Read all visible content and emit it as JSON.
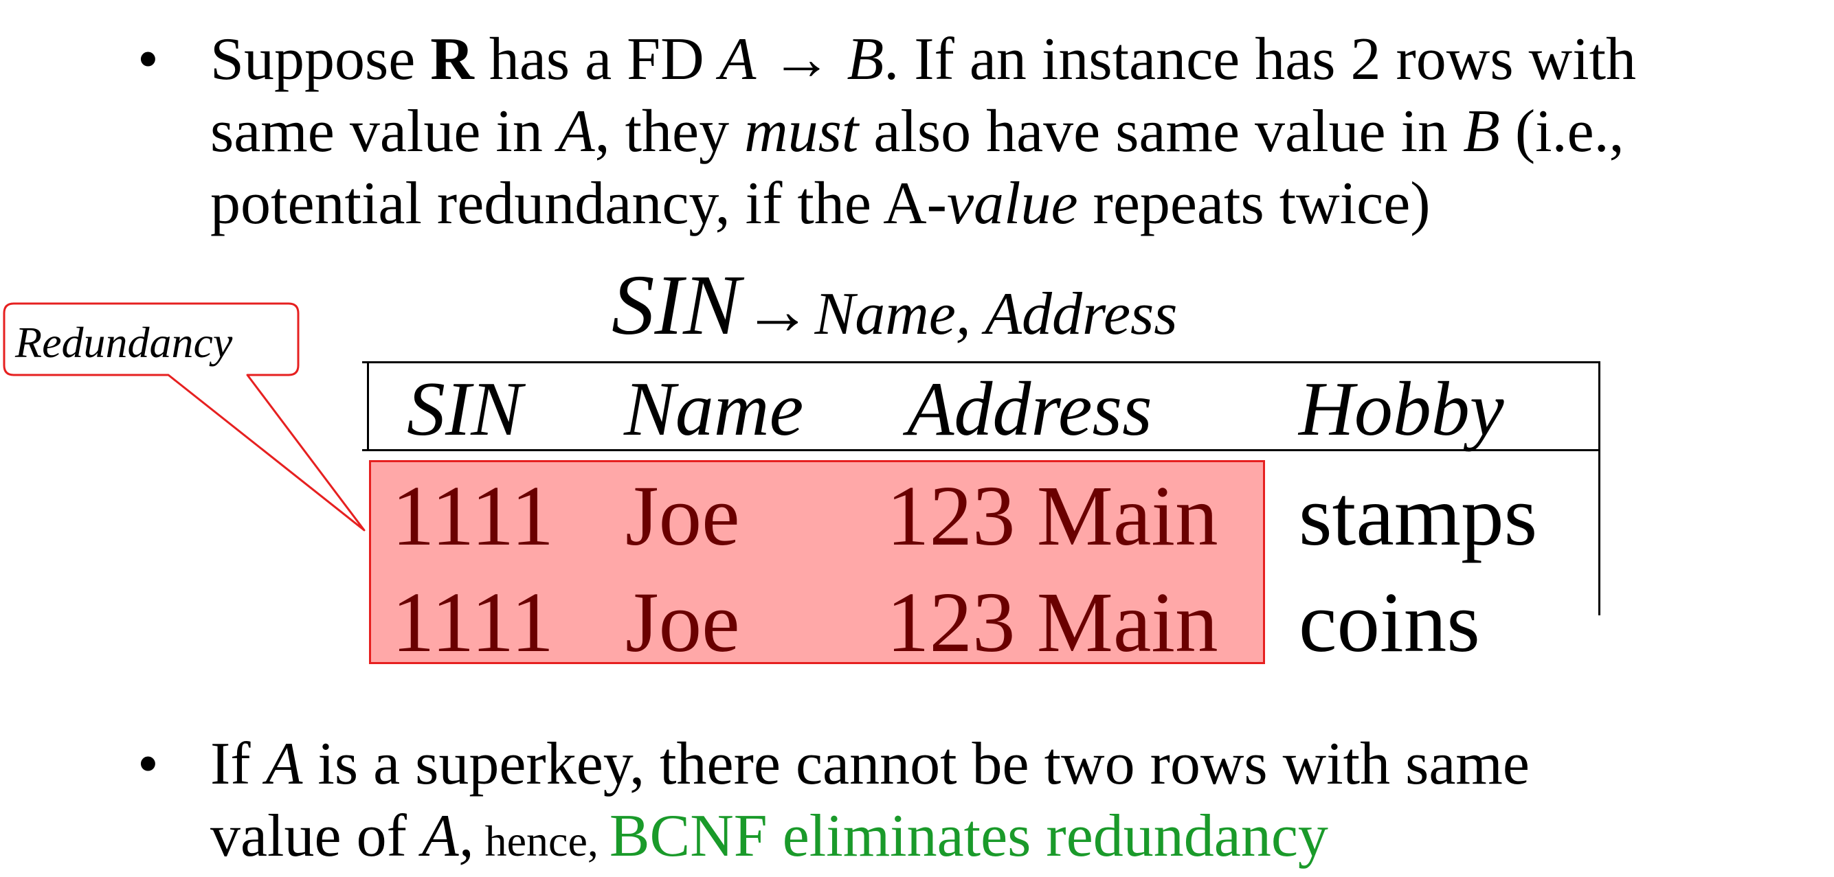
{
  "bullets": [
    {
      "symbol": "•",
      "lines": [
        [
          "Suppose ",
          "R",
          " has a FD ",
          "A",
          " → ",
          "B",
          ".  If an instance has 2 rows with"
        ],
        [
          "same value in ",
          "A",
          ", they ",
          "must",
          " also have same value in ",
          "B",
          " (i.e.,"
        ],
        [
          "potential redundancy, if the A-",
          "value",
          " repeats twice)"
        ]
      ]
    },
    {
      "symbol": "•",
      "lines": [
        [
          "If ",
          "A",
          " is a superkey, there cannot be two rows with same"
        ],
        [
          "value of ",
          "A,",
          " hence, ",
          "BCNF eliminates redundancy"
        ]
      ]
    }
  ],
  "fd": {
    "lhs": "SIN",
    "arrow": "→",
    "rhs": "Name, Address"
  },
  "table": {
    "headers": [
      "SIN",
      "Name",
      "Address",
      "Hobby"
    ],
    "rows": [
      [
        "1111",
        "Joe",
        "123 Main",
        "stamps"
      ],
      [
        "1111",
        "Joe",
        "123 Main",
        "coins"
      ]
    ]
  },
  "callout": {
    "label": "Redundancy"
  },
  "colors": {
    "highlight_fill": "#ffa8a8",
    "highlight_border": "#e62020",
    "highlight_text": "#6a0000",
    "accent_green": "#1a9a2a"
  }
}
